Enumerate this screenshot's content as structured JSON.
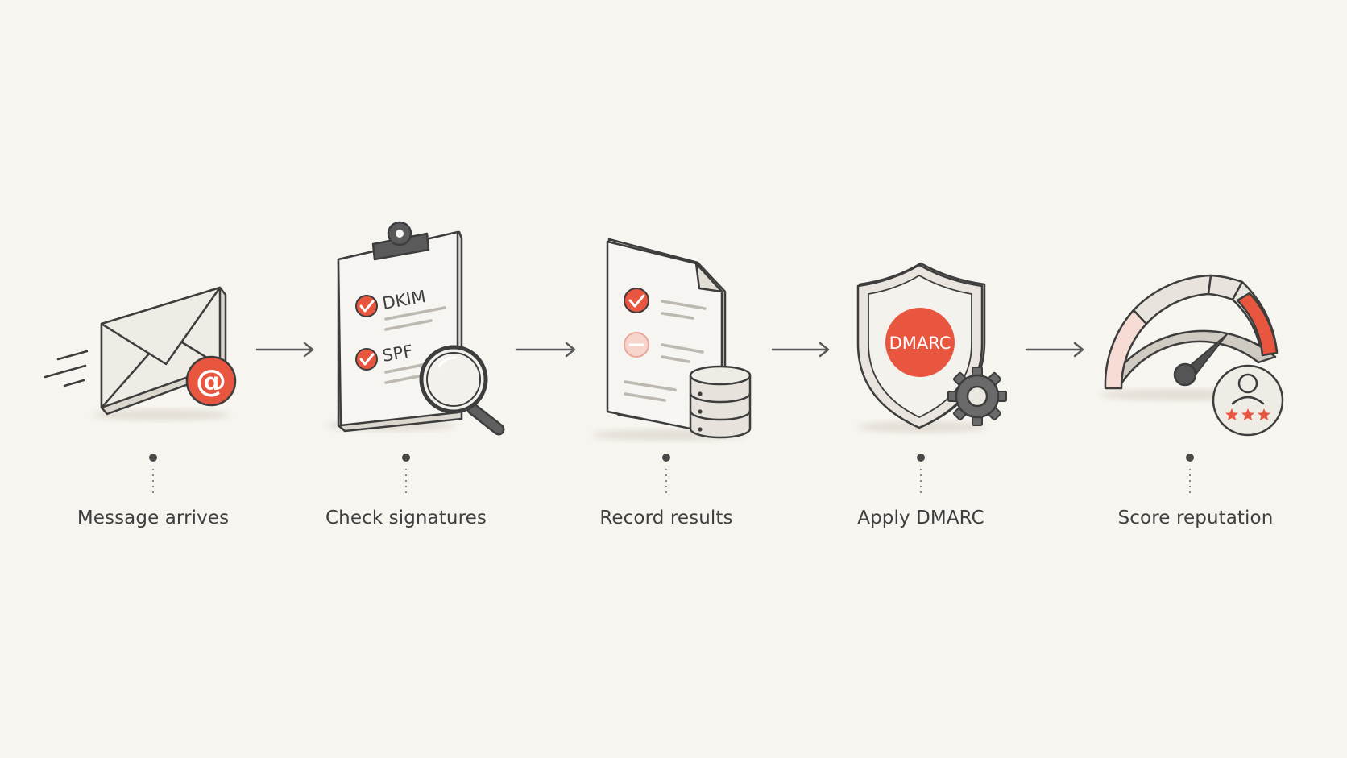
{
  "diagram": {
    "steps": [
      {
        "id": "message",
        "label": "Message arrives",
        "icon": "envelope-icon"
      },
      {
        "id": "check",
        "label": "Check signatures",
        "icon": "clipboard-icon",
        "checks": [
          "DKIM",
          "SPF"
        ]
      },
      {
        "id": "record",
        "label": "Record results",
        "icon": "document-icon"
      },
      {
        "id": "dmarc",
        "label": "Apply DMARC",
        "icon": "shield-icon",
        "badge": "DMARC"
      },
      {
        "id": "score",
        "label": "Score reputation",
        "icon": "gauge-icon"
      }
    ],
    "colors": {
      "accent": "#e8563f",
      "ink": "#3d3d3d",
      "paper": "#f2efe9",
      "background": "#f7f5f0"
    }
  }
}
